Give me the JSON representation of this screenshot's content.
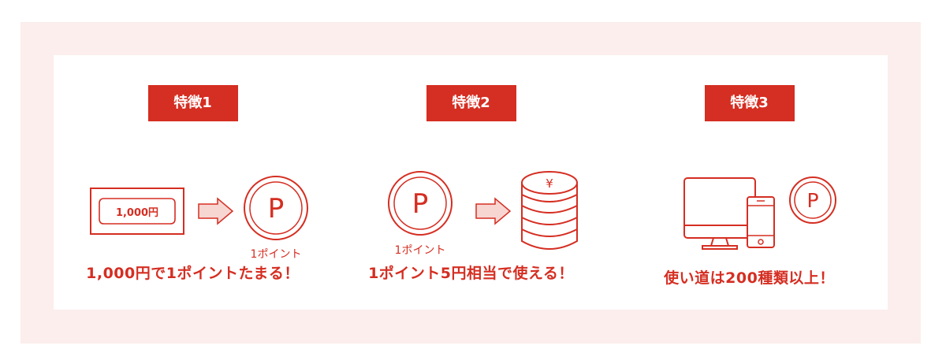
{
  "features": [
    {
      "badge": "特徴1",
      "caption": "1,000円で1ポイントたまる！",
      "bill_text": "1,000円",
      "point_symbol": "P",
      "point_label": "1ポイント"
    },
    {
      "badge": "特徴2",
      "caption": "1ポイント5円相当で使える！",
      "point_symbol": "P",
      "point_label": "1ポイント",
      "coin_symbol": "¥"
    },
    {
      "badge": "特徴3",
      "caption": "使い道は200種類以上！",
      "point_symbol": "P"
    }
  ],
  "colors": {
    "accent": "#d52e22",
    "arrow_fill": "#f7d6d2",
    "outer_bg": "#fbeeec"
  },
  "icons": [
    "bill-icon",
    "arrow-right-icon",
    "point-coin-icon",
    "coin-stack-icon",
    "monitor-icon",
    "smartphone-icon"
  ]
}
